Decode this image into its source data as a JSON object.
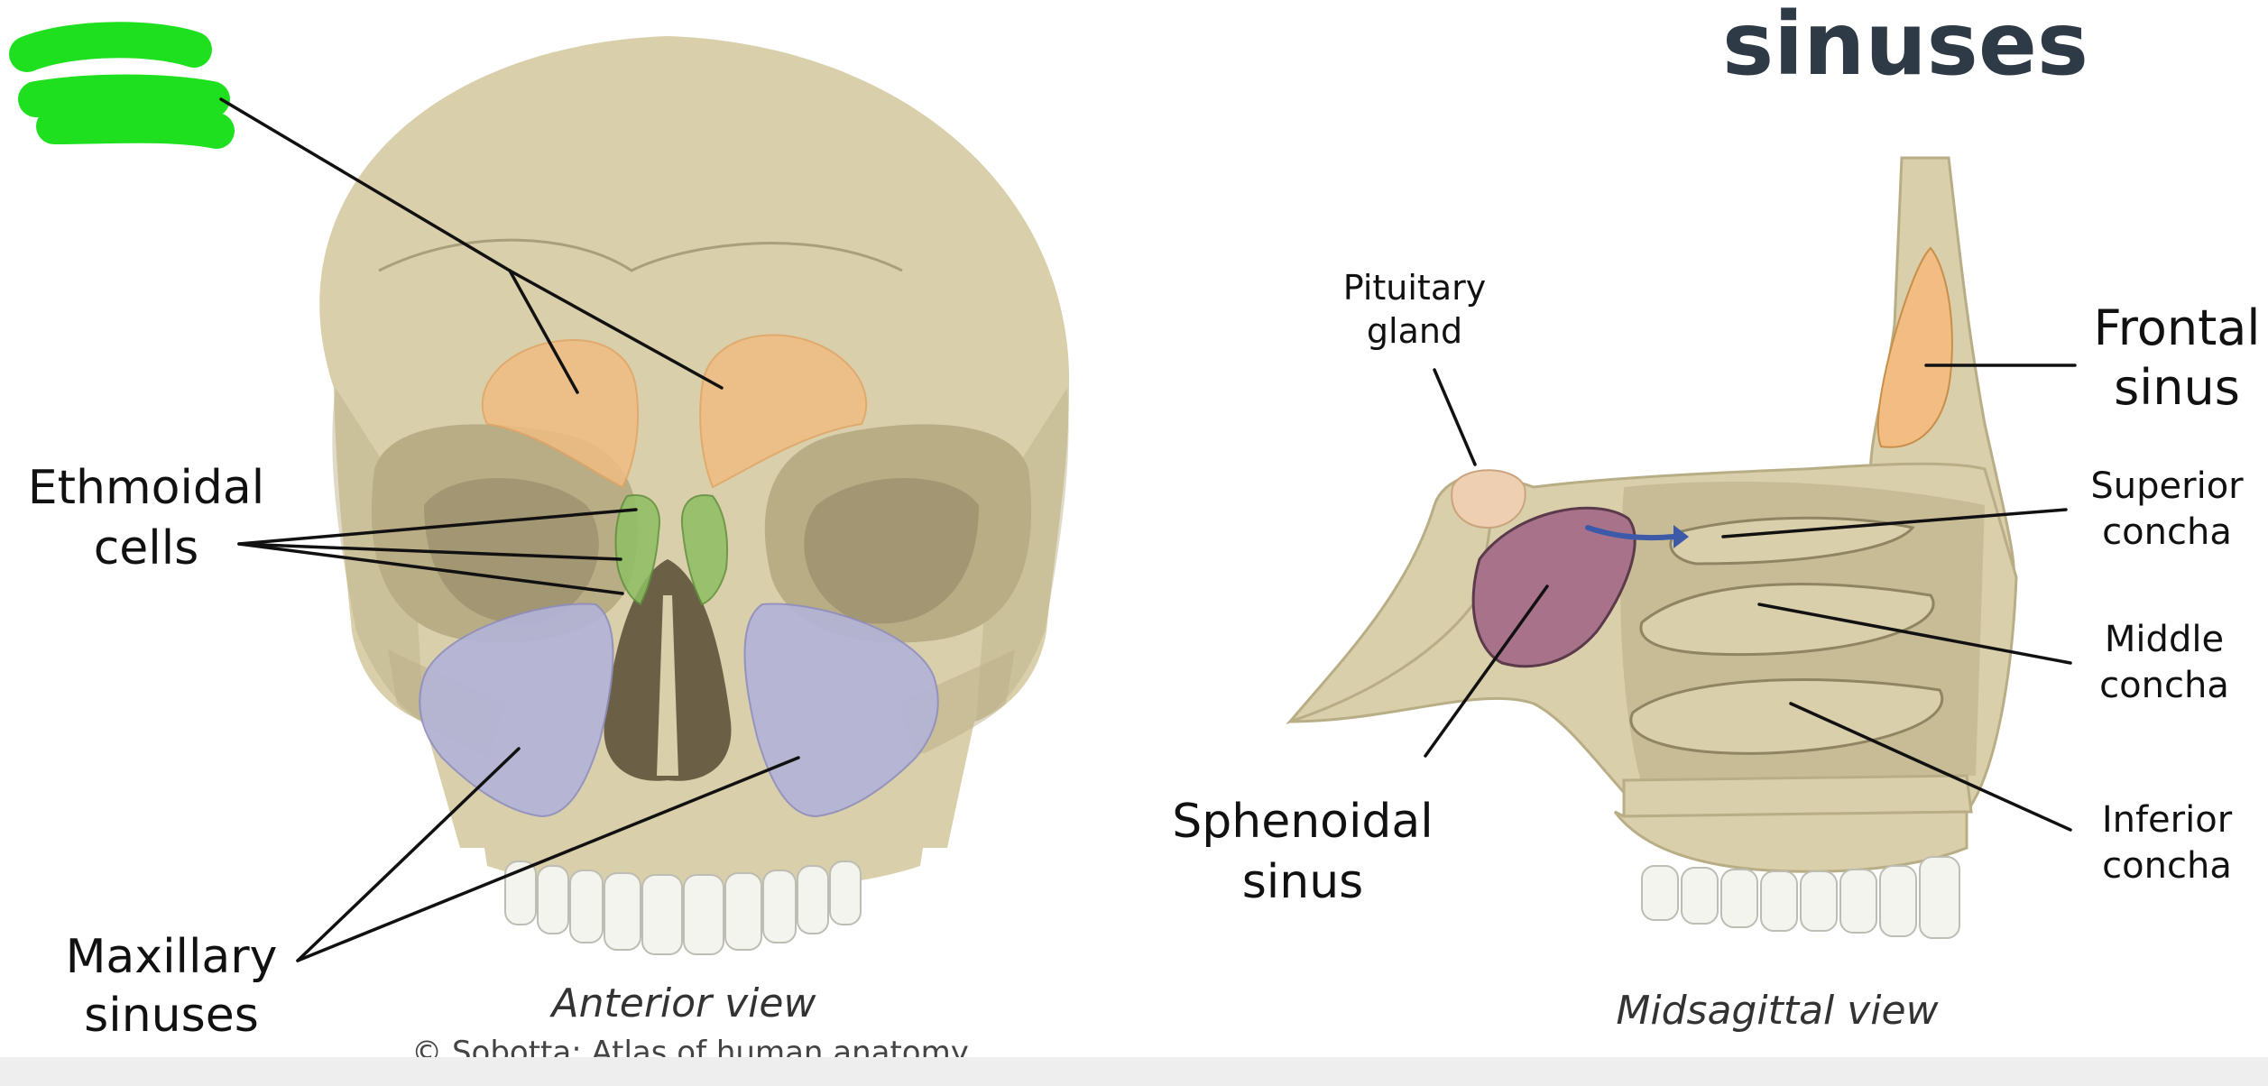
{
  "title": "sinuses",
  "colors": {
    "bone": "#d9cfab",
    "bone_shadow": "#b9ad86",
    "frontal_sinus": "#f1bd83",
    "ethmoidal_cells": "#8fbf63",
    "maxillary_sinus": "#b3b3d8",
    "sphenoidal_sinus": "#a8728a",
    "pituitary": "#efcfb2",
    "highlight_mark": "#1fe01f",
    "arrow": "#3d5aa8",
    "title_text": "#2e3a46"
  },
  "left_panel": {
    "caption": "Anterior view",
    "credit": "© Sobotta: Atlas of human anatomy",
    "labels": {
      "ethmoidal_line1": "Ethmoidal",
      "ethmoidal_line2": "cells",
      "maxillary_line1": "Maxillary",
      "maxillary_line2": "sinuses"
    }
  },
  "right_panel": {
    "caption": "Midsagittal view",
    "labels": {
      "pituitary_line1": "Pituitary",
      "pituitary_line2": "gland",
      "frontal_line1": "Frontal",
      "frontal_line2": "sinus",
      "superior_line1": "Superior",
      "superior_line2": "concha",
      "middle_line1": "Middle",
      "middle_line2": "concha",
      "inferior_line1": "Inferior",
      "inferior_line2": "concha",
      "sphenoidal_line1": "Sphenoidal",
      "sphenoidal_line2": "sinus"
    }
  }
}
